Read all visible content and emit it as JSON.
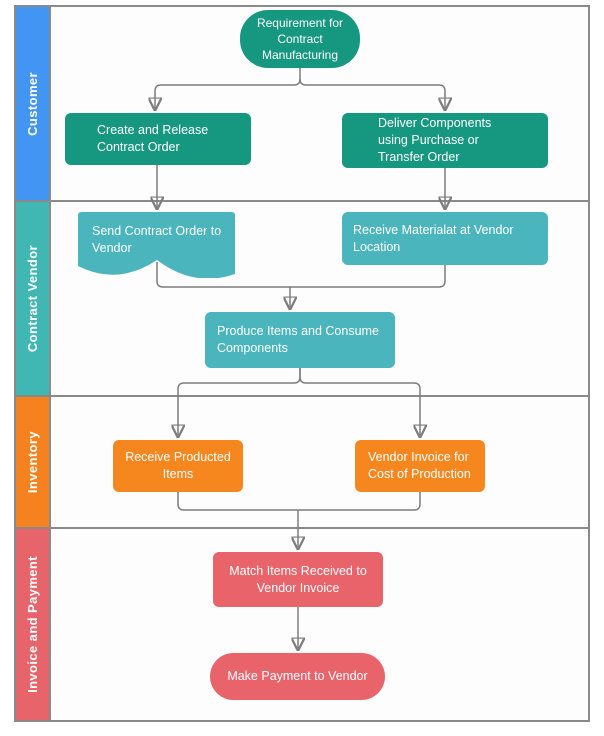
{
  "lanes": [
    {
      "id": "customer",
      "label": "Customer",
      "color": "#4295f2"
    },
    {
      "id": "contract-vendor",
      "label": "Contract Vendor",
      "color": "#40b7b2"
    },
    {
      "id": "inventory",
      "label": "Inventory",
      "color": "#f5821f"
    },
    {
      "id": "invoice-payment",
      "label": "Invoice and Payment",
      "color": "#e8646b"
    }
  ],
  "nodes": {
    "requirement": {
      "label": "Requirement for\nContract\nManufacturing",
      "shape": "terminator",
      "color": "#169880",
      "lane": "customer"
    },
    "create_order": {
      "label": "Create and Release\nContract Order",
      "shape": "process",
      "color": "#169880",
      "lane": "customer"
    },
    "deliver_components": {
      "label": "Deliver Components\nusing Purchase or\nTransfer Order",
      "shape": "process",
      "color": "#169880",
      "lane": "customer"
    },
    "send_order": {
      "label": "Send Contract Order to\nVendor",
      "shape": "document",
      "color": "#4bb5bd",
      "lane": "contract-vendor"
    },
    "receive_material": {
      "label": "Receive Materialat at Vendor\nLocation",
      "shape": "process",
      "color": "#4bb5bd",
      "lane": "contract-vendor"
    },
    "produce_items": {
      "label": "Produce Items and Consume\nComponents",
      "shape": "process",
      "color": "#4bb5bd",
      "lane": "contract-vendor"
    },
    "receive_produced": {
      "label": "Receive Producted\nItems",
      "shape": "process",
      "color": "#f6871f",
      "lane": "inventory"
    },
    "vendor_invoice": {
      "label": "Vendor Invoice for\nCost of Production",
      "shape": "process",
      "color": "#f6871f",
      "lane": "inventory"
    },
    "match_items": {
      "label": "Match Items Received to\nVendor Invoice",
      "shape": "process",
      "color": "#e8636a",
      "lane": "invoice-payment"
    },
    "make_payment": {
      "label": "Make Payment to Vendor",
      "shape": "terminator",
      "color": "#e8636a",
      "lane": "invoice-payment"
    }
  },
  "edges": [
    {
      "from": "requirement",
      "to": "create_order"
    },
    {
      "from": "requirement",
      "to": "deliver_components"
    },
    {
      "from": "create_order",
      "to": "send_order"
    },
    {
      "from": "deliver_components",
      "to": "receive_material"
    },
    {
      "from": "send_order",
      "to": "produce_items"
    },
    {
      "from": "receive_material",
      "to": "produce_items"
    },
    {
      "from": "produce_items",
      "to": "receive_produced"
    },
    {
      "from": "produce_items",
      "to": "vendor_invoice"
    },
    {
      "from": "receive_produced",
      "to": "match_items"
    },
    {
      "from": "vendor_invoice",
      "to": "match_items"
    },
    {
      "from": "match_items",
      "to": "make_payment"
    }
  ],
  "style": {
    "connector_color": "#7d7d7d",
    "arrowhead_color": "#565656",
    "frame_border_color": "#8a8a8a",
    "text_color": "#ffffff"
  }
}
